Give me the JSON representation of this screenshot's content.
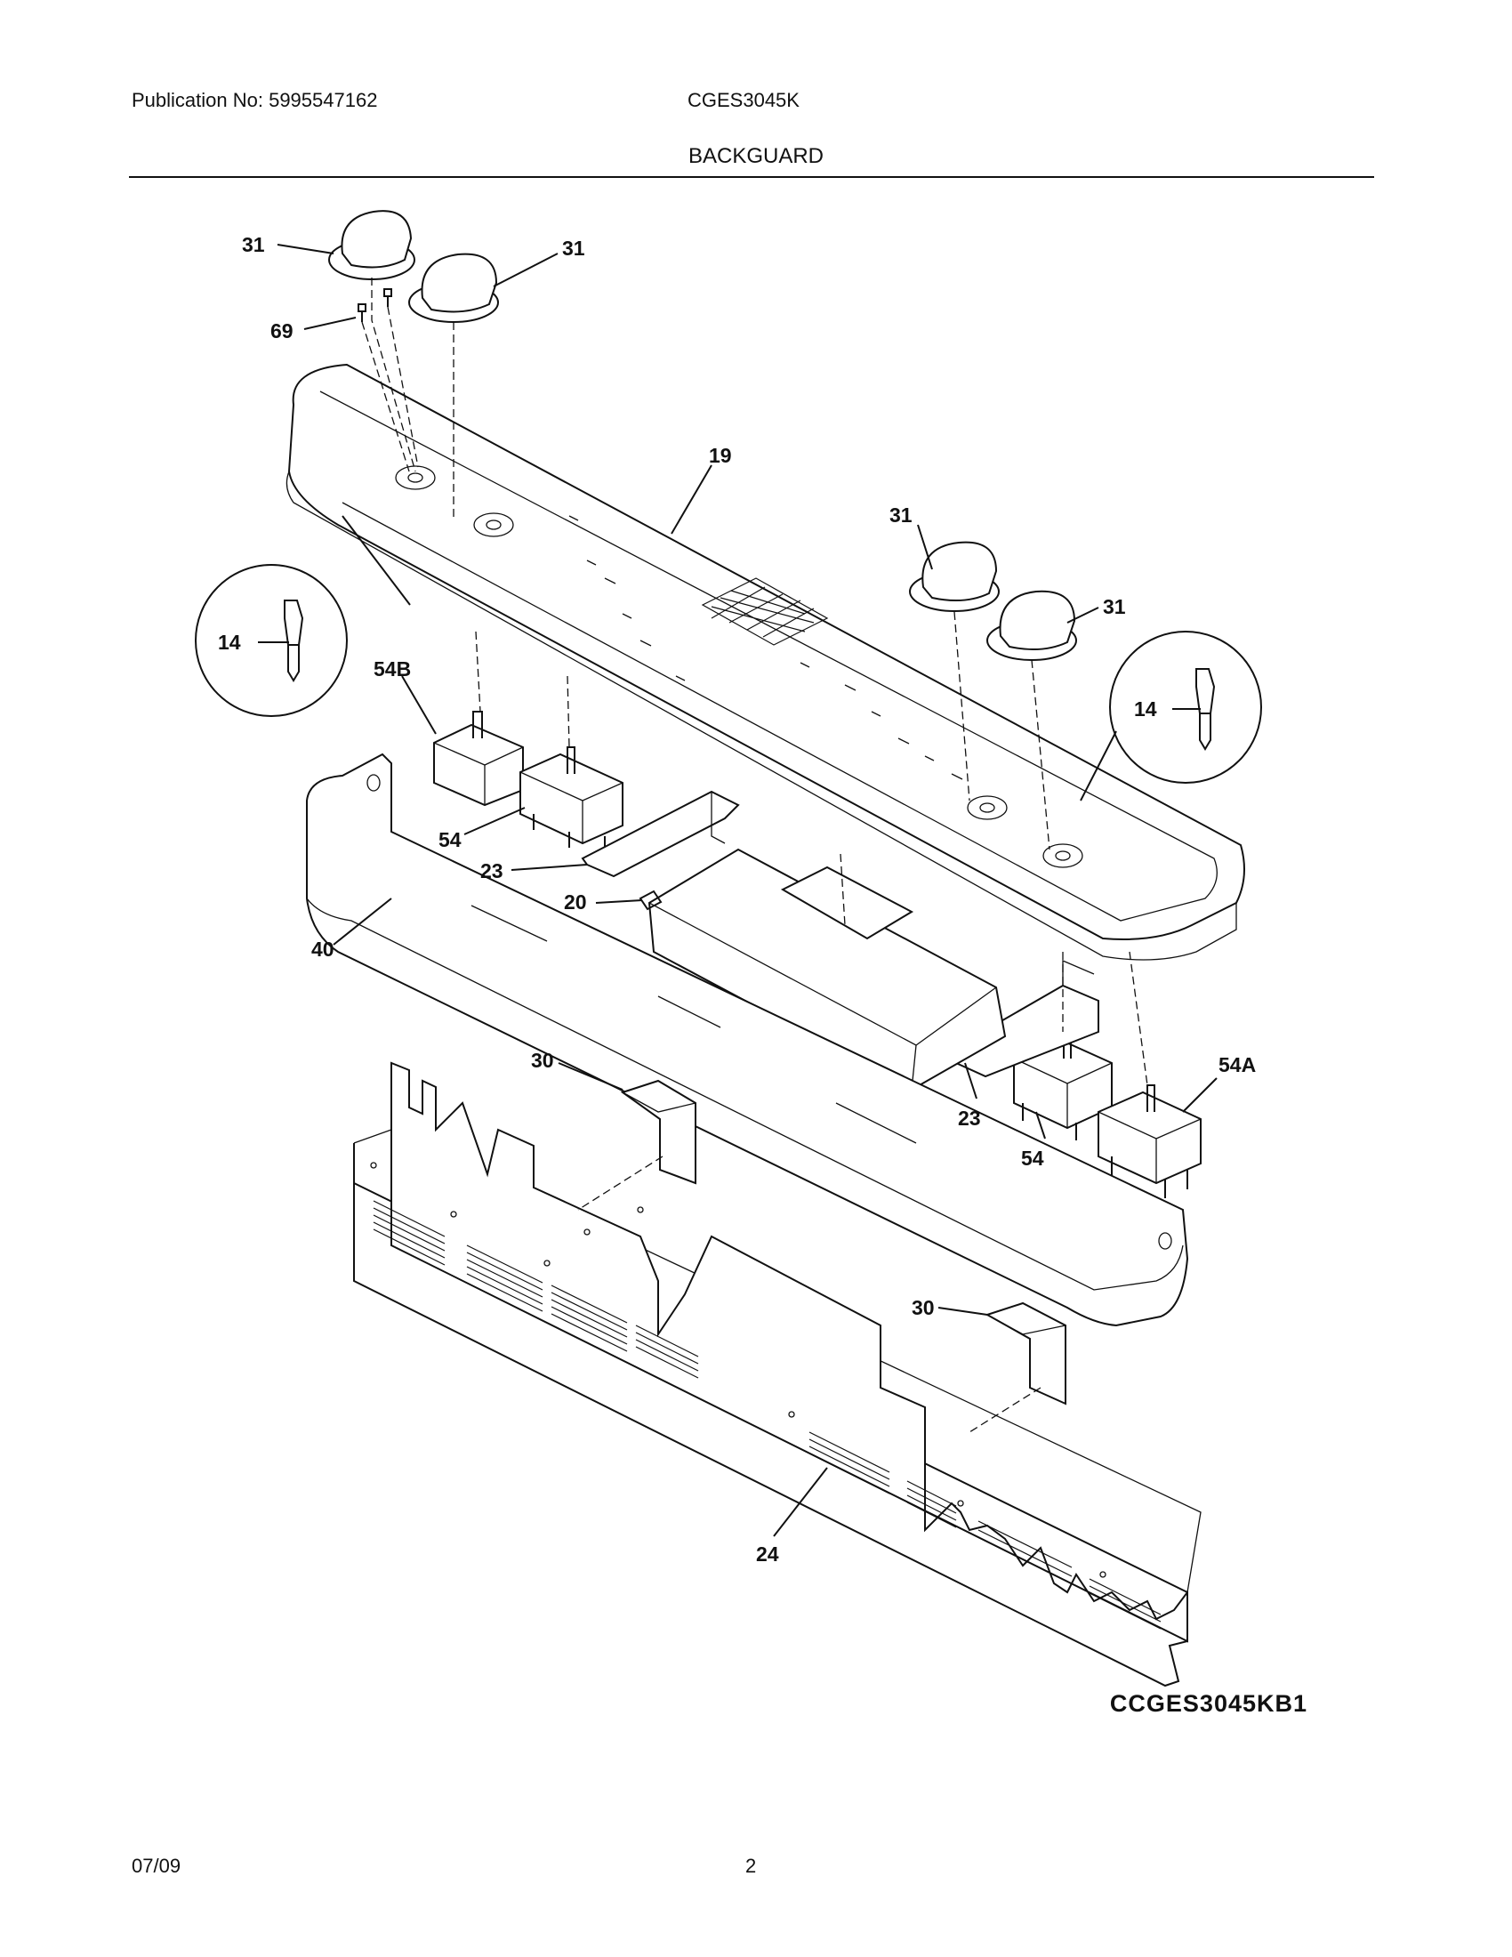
{
  "header": {
    "publication": "Publication No: 5995547162",
    "model": "CGES3045K",
    "section_title": "BACKGUARD"
  },
  "callouts": {
    "knob_a": "31",
    "knob_b": "31",
    "knob_c": "31",
    "knob_d": "31",
    "screw": "69",
    "console_panel": "19",
    "lamp_left": "14",
    "lamp_right": "14",
    "switch_54b": "54B",
    "switch_54_left": "54",
    "switch_54_right": "54",
    "switch_54a": "54A",
    "bracket_23_left": "23",
    "bracket_23_right": "23",
    "control_board": "20",
    "end_trim": "40",
    "bracket_30_left": "30",
    "bracket_30_right": "30",
    "rear_panel": "24"
  },
  "footer": {
    "drawing_code": "CCGES3045KB1",
    "date": "07/09",
    "page": "2"
  }
}
